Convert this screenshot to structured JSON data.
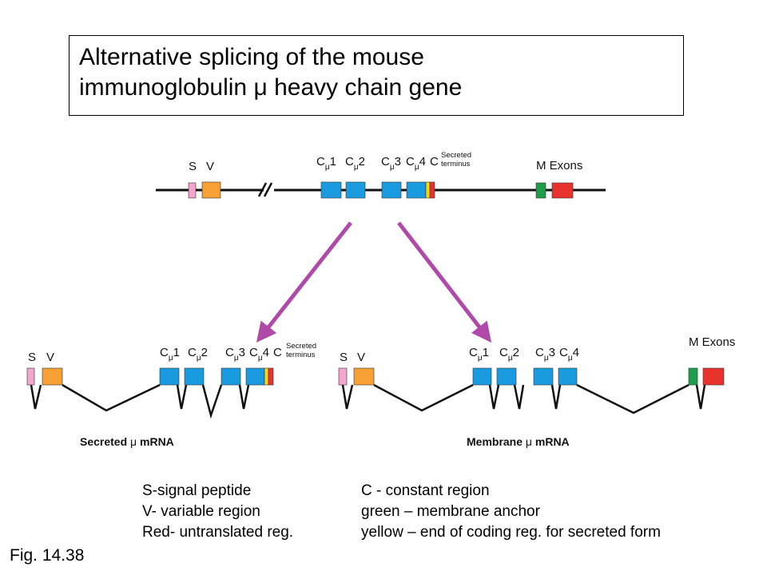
{
  "title": {
    "line1": "Alternative splicing of the mouse",
    "line2": "immunoglobulin μ heavy chain gene"
  },
  "gene": {
    "s": "S",
    "v": "V",
    "c1_base": "C",
    "c1_sub": "μ",
    "c1_num": "1",
    "c2_base": "C",
    "c2_sub": "μ",
    "c2_num": "2",
    "c3_base": "C",
    "c3_sub": "μ",
    "c3_num": "3",
    "c4_base": "C",
    "c4_sub": "μ",
    "c4_num": "4",
    "c_label": "C",
    "secreted_line1": "Secreted",
    "secreted_line2": "terminus",
    "m_exons": "M Exons"
  },
  "secreted_mrna": {
    "s": "S",
    "v": "V",
    "c1_base": "C",
    "c1_sub": "μ",
    "c1_num": "1",
    "c2_base": "C",
    "c2_sub": "μ",
    "c2_num": "2",
    "c3_base": "C",
    "c3_sub": "μ",
    "c3_num": "3",
    "c4_base": "C",
    "c4_sub": "μ",
    "c4_num": "4",
    "c_label": "C",
    "secreted_line1": "Secreted",
    "secreted_line2": "terminus",
    "caption_a": "Secreted ",
    "caption_mu": "μ",
    "caption_b": " mRNA"
  },
  "membrane_mrna": {
    "s": "S",
    "v": "V",
    "c1_base": "C",
    "c1_sub": "μ",
    "c1_num": "1",
    "c2_base": "C",
    "c2_sub": "μ",
    "c2_num": "2",
    "c3_base": "C",
    "c3_sub": "μ",
    "c3_num": "3",
    "c4_base": "C",
    "c4_sub": "μ",
    "c4_num": "4",
    "m_exons": "M Exons",
    "caption_a": "Membrane ",
    "caption_mu": "μ",
    "caption_b": " mRNA"
  },
  "legend": {
    "left": [
      "S-signal peptide",
      "V- variable region",
      "Red- untranslated reg."
    ],
    "right": [
      "C - constant region",
      "green – membrane anchor",
      "yellow – end of coding reg. for secreted form"
    ]
  },
  "figure_label": "Fig. 14.38",
  "colors": {
    "signal": "#f2a6cc",
    "variable": "#f7a033",
    "constant": "#1a9be0",
    "anchor": "#1e9e4a",
    "untranslated": "#e8322e",
    "coding_end": "#f5d90a",
    "arrow": "#b04aa8"
  }
}
